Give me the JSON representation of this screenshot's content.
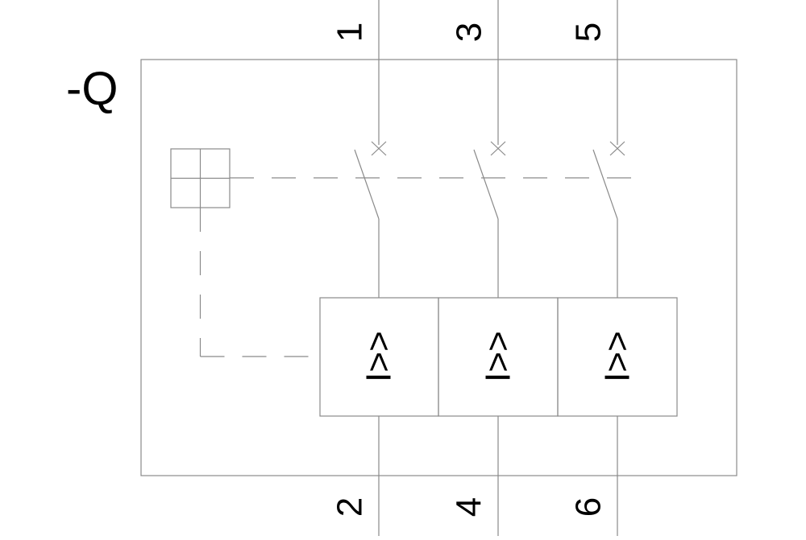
{
  "designation": "-Q",
  "terminals": {
    "top": [
      "1",
      "3",
      "5"
    ],
    "bottom": [
      "2",
      "4",
      "6"
    ]
  },
  "trip_units": [
    "I>>",
    "I>>",
    "I>>"
  ],
  "colors": {
    "line": "#8a8a8a",
    "text": "#000000",
    "background": "#ffffff"
  }
}
